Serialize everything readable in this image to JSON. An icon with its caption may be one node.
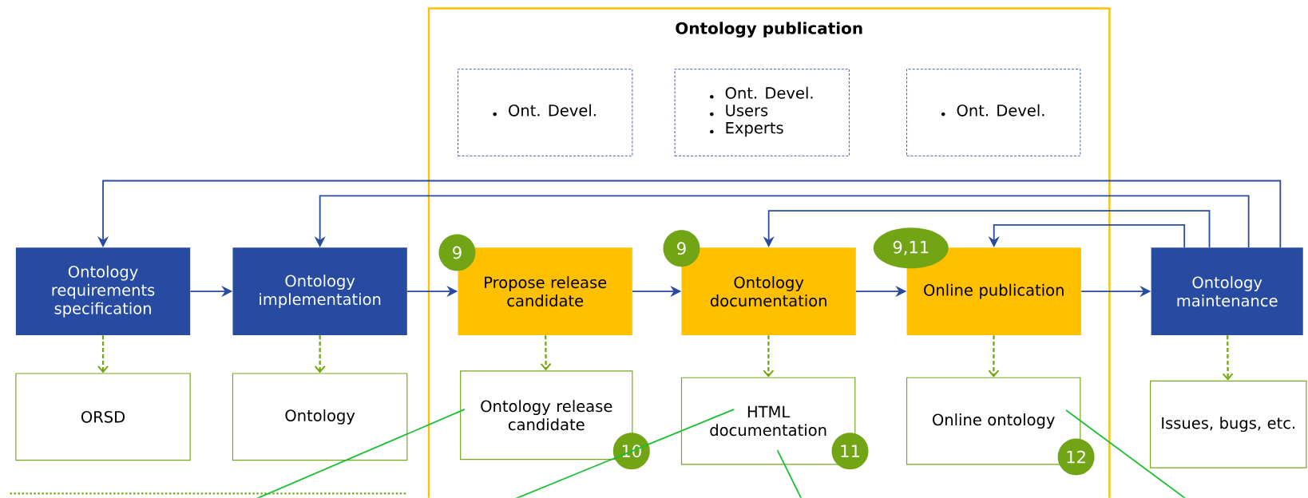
{
  "diagram": {
    "nodes": [
      {
        "text": [
          "Ontology publication"
        ]
      },
      {
        "text": [
          "Ont. Devel."
        ],
        "in": 0
      },
      {
        "text": [
          "Ont. Devel.",
          "Users",
          "Experts"
        ],
        "in": 0
      },
      {
        "text": [
          "Ont. Devel."
        ],
        "in": 0
      },
      {
        "text": [
          "Ontology requirements specification"
        ]
      },
      {
        "text": [
          "Ontology implementation"
        ]
      },
      {
        "text": [
          "Propose release candidate"
        ],
        "in": 0
      },
      {
        "text": [
          "Ontology documentation"
        ],
        "in": 0
      },
      {
        "text": [
          "Online publication"
        ],
        "in": 0
      },
      {
        "text": [
          "Ontology maintenance"
        ]
      },
      {
        "text": [
          "ORSD"
        ]
      },
      {
        "text": [
          "Ontology"
        ]
      },
      {
        "text": [
          "Ontology release candidate"
        ],
        "in": 0
      },
      {
        "text": [
          "HTML documentation"
        ],
        "in": 0
      },
      {
        "text": [
          "Online ontology"
        ],
        "in": 0
      },
      {
        "text": [
          "Issues, bugs, etc."
        ]
      },
      {
        "text": [
          "9"
        ],
        "in": 0
      },
      {
        "text": [
          "9"
        ],
        "in": 0
      },
      {
        "text": [
          "9,11"
        ],
        "in": 0
      },
      {
        "text": [
          "10"
        ],
        "in": 0
      },
      {
        "text": [
          "11"
        ],
        "in": 0
      },
      {
        "text": [
          "12"
        ],
        "in": 0
      }
    ],
    "edges": [
      {
        "from": 4,
        "to": 5,
        "arrow": "to"
      },
      {
        "from": 5,
        "to": 6,
        "arrow": "to"
      },
      {
        "from": 6,
        "to": 7,
        "arrow": "to"
      },
      {
        "from": 7,
        "to": 8,
        "arrow": "to"
      },
      {
        "from": 8,
        "to": 9,
        "arrow": "to"
      },
      {
        "from": 9,
        "to": 4,
        "arrow": "to"
      },
      {
        "from": 9,
        "to": 5,
        "arrow": "to"
      },
      {
        "from": 9,
        "to": 7,
        "arrow": "to"
      },
      {
        "from": 9,
        "to": 8,
        "arrow": "to"
      },
      {
        "from": 4,
        "to": 10,
        "arrow": "to",
        "style": "dashed",
        "color": "#70a016"
      },
      {
        "from": 5,
        "to": 11,
        "arrow": "to",
        "style": "dashed",
        "color": "#70a016"
      },
      {
        "from": 6,
        "to": 12,
        "arrow": "to",
        "style": "dashed",
        "color": "#70a016"
      },
      {
        "from": 7,
        "to": 13,
        "arrow": "to",
        "style": "dashed",
        "color": "#70a016"
      },
      {
        "from": 8,
        "to": 14,
        "arrow": "to",
        "style": "dashed",
        "color": "#70a016"
      },
      {
        "from": 9,
        "to": 15,
        "arrow": "to",
        "style": "dashed",
        "color": "#70a016"
      },
      {
        "from": 12,
        "to": null,
        "arrow": "none",
        "color": "#0fa84f"
      },
      {
        "from": 13,
        "to": null,
        "arrow": "none",
        "color": "#0fa84f"
      },
      {
        "from": 13,
        "to": null,
        "arrow": "none",
        "color": "#0fa84f"
      },
      {
        "from": 14,
        "to": null,
        "arrow": "none",
        "color": "#0fa84f"
      }
    ]
  }
}
